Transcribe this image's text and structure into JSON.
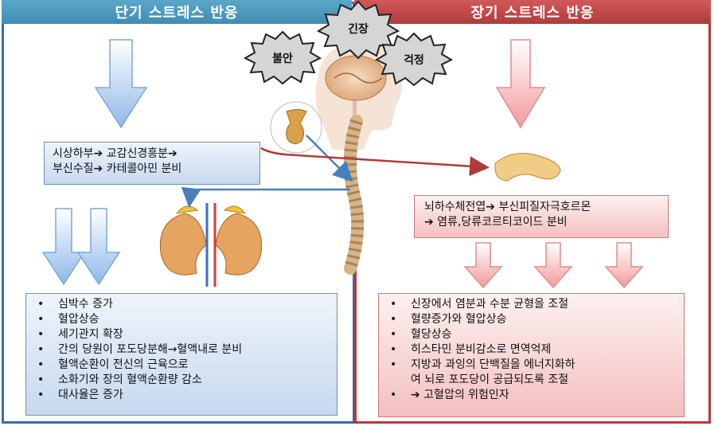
{
  "headers": {
    "short_term": "단기 스트레스 반응",
    "long_term": "장기 스트레스 반응"
  },
  "stressors": [
    "불안",
    "긴장",
    "걱정"
  ],
  "short_term": {
    "mechanism": [
      "시상하부➔ 교감신경흥분➔",
      "부신수질➔ 카테콜아민 분비"
    ],
    "effects": [
      "심박수 증가",
      "혈압상승",
      "세기관지 확장",
      "간의 당원이 포도당분해→혈액내로 분비",
      "혈액순환이 전신의 근육으로",
      "소화기와 장의 혈액순환량 감소",
      "대사율은 증가"
    ]
  },
  "long_term": {
    "mechanism": [
      "뇌하수체전엽➔ 부신피질자극호르몬",
      "➔ 염류,당류코르티코이드 분비"
    ],
    "effects": [
      "신장에서 염분과 수분 균형을 조절",
      "혈량증가와 혈압상승",
      "혈당상승",
      "히스타민 분비감소로 면역억제",
      "지방과 과잉의 단백질을 에너지화하",
      "여 뇌로 포도당이 공급되도록 조절",
      "➔ 고혈압의 위험인자"
    ]
  },
  "colors": {
    "short_term": "#3f8db3",
    "long_term": "#b23a3a",
    "arrow_blue": "#9ec3ec",
    "arrow_red": "#f5a9a9"
  }
}
